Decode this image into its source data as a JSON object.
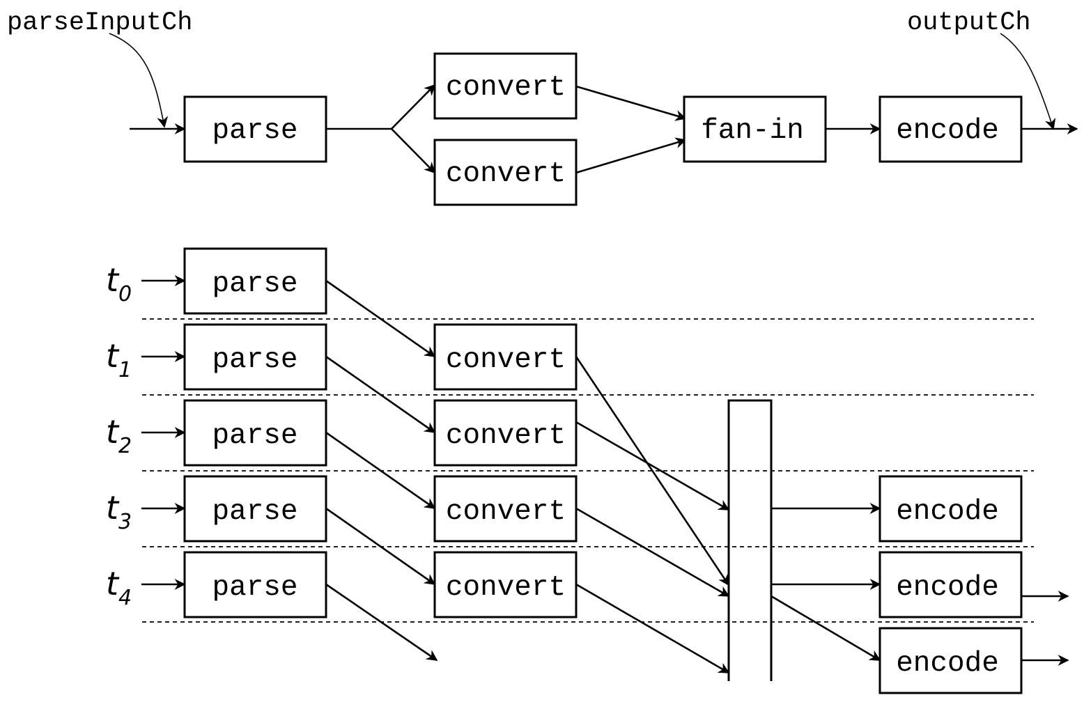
{
  "labels": {
    "input_channel": "parseInputCh",
    "output_channel": "outputCh"
  },
  "top_pipeline": {
    "parse": "parse",
    "convert_a": "convert",
    "convert_b": "convert",
    "fan_in": "fan-in",
    "encode": "encode"
  },
  "timeline": {
    "rows": [
      {
        "t": "t",
        "sub": "0",
        "parse": "parse"
      },
      {
        "t": "t",
        "sub": "1",
        "parse": "parse",
        "convert": "convert"
      },
      {
        "t": "t",
        "sub": "2",
        "parse": "parse",
        "convert": "convert"
      },
      {
        "t": "t",
        "sub": "3",
        "parse": "parse",
        "convert": "convert",
        "encode": "encode"
      },
      {
        "t": "t",
        "sub": "4",
        "parse": "parse",
        "convert": "convert",
        "encode": "encode"
      },
      {
        "encode": "encode"
      }
    ]
  }
}
